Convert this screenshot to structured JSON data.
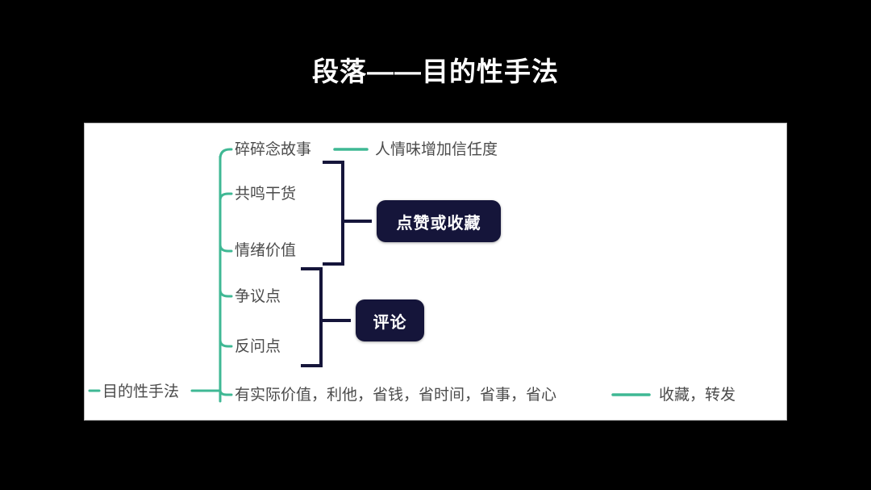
{
  "slide": {
    "title": "段落——目的性手法",
    "background_color": "#000000",
    "board_background": "#ffffff"
  },
  "colors": {
    "title_text": "#ffffff",
    "branch_green": "#3fb894",
    "node_text": "#4b4b4b",
    "bracket_navy": "#15153a",
    "pill_background": "#15153a",
    "pill_text": "#ffffff"
  },
  "mindmap": {
    "root": {
      "label": "目的性手法"
    },
    "branches": [
      {
        "id": "story",
        "label": "碎碎念故事",
        "outcome": "人情味增加信任度",
        "outcome_connector": "line"
      },
      {
        "id": "resonance",
        "label": "共鸣干货"
      },
      {
        "id": "emotion",
        "label": "情绪价值"
      },
      {
        "id": "dispute",
        "label": "争议点"
      },
      {
        "id": "question",
        "label": "反问点"
      },
      {
        "id": "value",
        "label": "有实际价值，利他，省钱，省时间，省事，省心",
        "outcome": "收藏，转发",
        "outcome_connector": "line"
      }
    ],
    "groups": [
      {
        "id": "like-group",
        "members": [
          "共鸣干货",
          "情绪价值"
        ],
        "result_label": "点赞或收藏"
      },
      {
        "id": "comment-group",
        "members": [
          "争议点",
          "反问点"
        ],
        "result_label": "评论"
      }
    ]
  }
}
